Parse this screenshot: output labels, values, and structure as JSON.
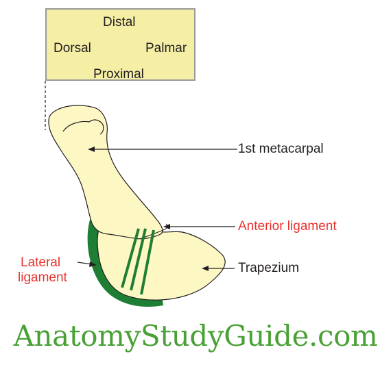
{
  "orientation": {
    "top": "Distal",
    "left": "Dorsal",
    "right": "Palmar",
    "bottom": "Proximal"
  },
  "labels": {
    "metacarpal": "1st metacarpal",
    "anterior_ligament": "Anterior ligament",
    "lateral_ligament_line1": "Lateral",
    "lateral_ligament_line2": "ligament",
    "trapezium": "Trapezium"
  },
  "watermark": "AnatomyStudyGuide.com",
  "colors": {
    "bone": "#fdf7c4",
    "ligament": "#1e7e34",
    "label_red": "#e8322e",
    "box_fill": "#f5eea5",
    "watermark": "#49a136"
  }
}
